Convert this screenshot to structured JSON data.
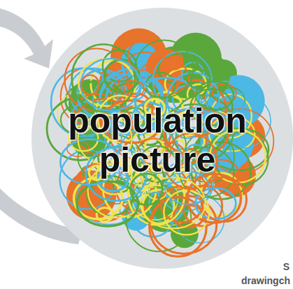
{
  "diagram": {
    "nodes": [
      {
        "text": [
          "population picture"
        ]
      }
    ],
    "labels": [
      "S",
      "drawingch"
    ]
  }
}
